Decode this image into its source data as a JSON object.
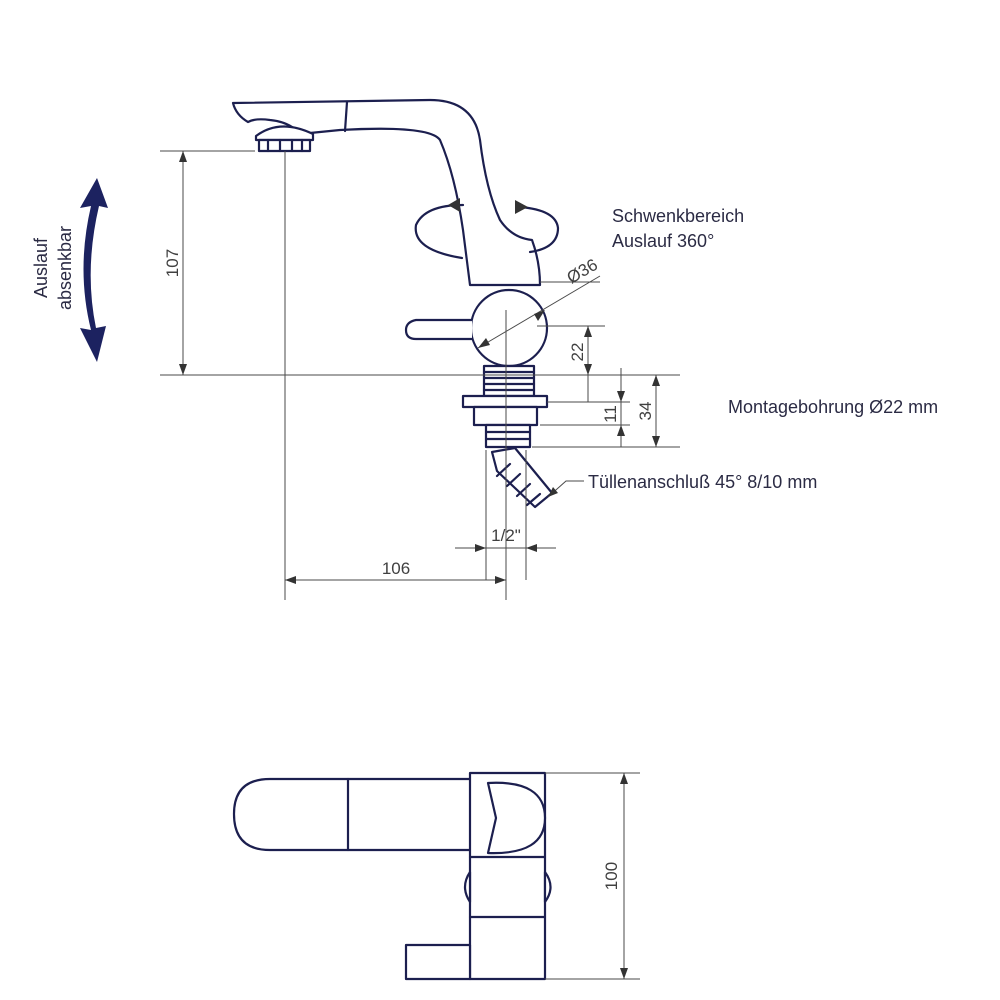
{
  "side_view": {
    "dimensions": {
      "height_spout": "107",
      "diameter_body": "Ø36",
      "lever_height": "22",
      "mount_thickness": "11",
      "mount_total": "34",
      "thread": "1/2\"",
      "reach": "106"
    },
    "labels": {
      "swivel_line1": "Schwenkbereich",
      "swivel_line2": "Auslauf 360°",
      "mounting": "Montagebohrung Ø22 mm",
      "nozzle": "Tüllenanschluß 45° 8/10 mm",
      "lowerable_line1": "Auslauf",
      "lowerable_line2": "absenkbar"
    }
  },
  "top_view": {
    "dimensions": {
      "depth": "100"
    }
  },
  "colors": {
    "outline": "#1c1f4f",
    "arrow": "#1c2260",
    "dimension": "#4a4a4a"
  }
}
